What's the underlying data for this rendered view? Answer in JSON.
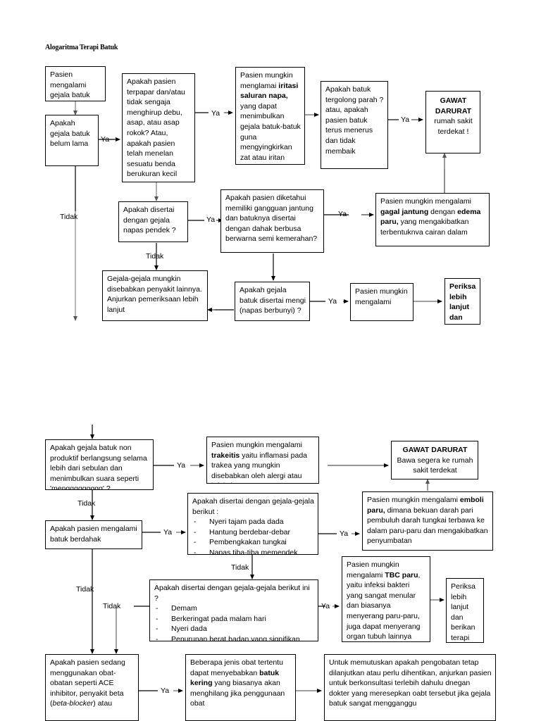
{
  "title": "Alogaritma Terapi Batuk",
  "labels": {
    "yes": "Ya",
    "no": "Tidak"
  },
  "section1": {
    "b1": "Pasien mengalami gejala batuk",
    "b2": "Apakah gejala batuk belum lama",
    "b3": "Apakah pasien terpapar dan/atau tidak sengaja menghirup debu, asap, atau asap rokok? Atau, apakah pasien telah menelan sesuatu benda berukuran kecil",
    "b4_pre": "Pasien mungkin menglamai ",
    "b4_bold": "iritasi saluran napa,",
    "b4_post": " yang dapat menimbulkan gejala batuk-batuk guna mengyingkirkan zat atau iritan",
    "b5": "Apakah batuk tergolong parah ? atau, apakah pasien batuk terus menerus dan tidak membaik",
    "b6_bold": "GAWAT DARURAT",
    "b6_rest": "rumah sakit terdekat !",
    "b7": "Apakah disertai dengan gejala napas pendek ?",
    "b8": "Apakah pasien diketahui memiliki gangguan jantung dan batuknya disertai dengan dahak berbusa berwarna semi kemerahan?",
    "b9_pre": "Pasien mungkin mengalami ",
    "b9_bold1": "gagal jantung",
    "b9_mid": " dengan ",
    "b9_bold2": "edema paru,",
    "b9_post": " yang mengakibatkan terbentuknva cairan dalam",
    "b10": "Gejala-gejala mungkin disebabkan penyakit lainnya. Anjurkan pemeriksaan lebih lanjut",
    "b11": "Apakah gejala batuk disertai mengi (napas berbunyi) ?",
    "b12": "Pasien mungkin mengalami",
    "b13": "Periksa lebih lanjut dan berikan terapi"
  },
  "section2": {
    "c1": "Apakah gejala batuk non produktif berlangsung selama lebih dari sebulan dan menimbulkan suara seperti 'menggggggggg' ?",
    "c2_pre": "Pasien mungkin mengalami ",
    "c2_bold": "trakeitis",
    "c2_post": " yaitu inflamasi pada trakea yang mungkin disebabkan oleh alergi atau infeksi",
    "c3_bold": "GAWAT DARURAT",
    "c3_rest": "Bawa segera ke rumah sakit terdekat",
    "c4": "Apakah pasien mengalami batuk berdahak",
    "c5_head": "Apakah disertai dengan gejala-gejala berikut :",
    "c5_items": [
      "Nyeri tajam pada dada",
      "Hantung berdebar-debar",
      "Pembengkakan tungkai",
      "Napas tiba-tiba memendek"
    ],
    "c6_pre": "Pasien mungkin  mengalami ",
    "c6_bold": "emboli paru,",
    "c6_post": "  dimana bekuan darah pari pembuluh darah tungkai terbawa ke dalam paru-paru dan mengakibatkan penyumbatan",
    "c7_head": "Apakah disertai dengan gejala-gejala berikut ini ?",
    "c7_items": [
      "Demam",
      "Berkeringat pada malam hari",
      "Nyeri dada",
      "Penurunan berat badan yang signifikan"
    ],
    "c8_pre": "Pasien mungkin mengalami ",
    "c8_bold": "TBC paru",
    "c8_post": ", yaitu infeksi bakteri yang sangat menular dan biasanya menyerang paru-paru, juga dapat menyerang organ tubuh lainnya",
    "c9": "Periksa lebih lanjut dan berikan terapi yang",
    "c10_pre": " Apakah pasien sedang menggunakan obat-obatan seperti ACE inhibitor, penyakit beta (",
    "c10_ital": "beta-blocker",
    "c10_post": ") atau",
    "c11_pre": "Beberapa jenis obat tertentu dapat menyebabkan ",
    "c11_bold": "batuk kering",
    "c11_post": " yang biasanya akan menghilang jika penggunaan obat",
    "c12": "Untuk memutuskan apakah pengobatan tetap dilanjutkan atau perlu dihentikan, anjurkan pasien untuk berkonsultasi terlebih dahulu dnegan dokter yang meresepkan oabt tersebut jika gejala batuk sangat mengganggu"
  }
}
